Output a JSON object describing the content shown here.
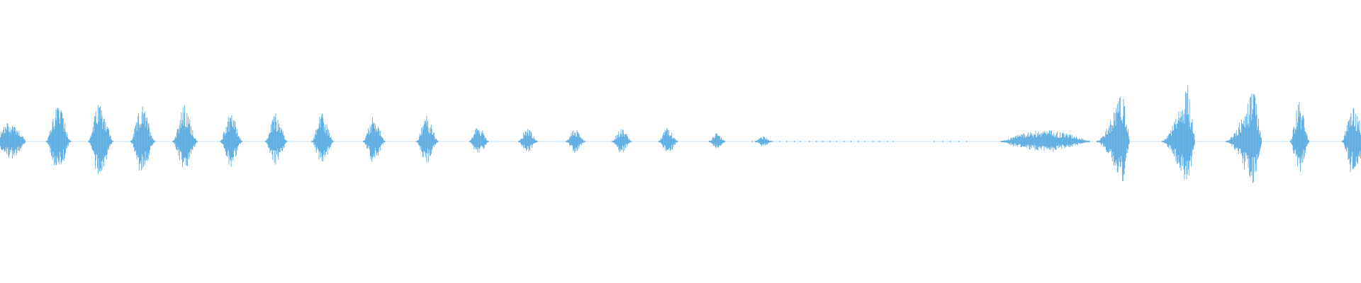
{
  "waveform": {
    "color": "#5dade2",
    "background": "#ffffff",
    "segments": [
      {
        "center": 0.008,
        "width": 0.022,
        "amplitude": 0.07,
        "shape": "lens"
      },
      {
        "center": 0.043,
        "width": 0.018,
        "amplitude": 0.14,
        "shape": "burst"
      },
      {
        "center": 0.074,
        "width": 0.018,
        "amplitude": 0.15,
        "shape": "burst"
      },
      {
        "center": 0.105,
        "width": 0.018,
        "amplitude": 0.13,
        "shape": "burst"
      },
      {
        "center": 0.136,
        "width": 0.018,
        "amplitude": 0.13,
        "shape": "burst"
      },
      {
        "center": 0.17,
        "width": 0.016,
        "amplitude": 0.11,
        "shape": "burst"
      },
      {
        "center": 0.203,
        "width": 0.016,
        "amplitude": 0.1,
        "shape": "burst"
      },
      {
        "center": 0.237,
        "width": 0.016,
        "amplitude": 0.1,
        "shape": "burst"
      },
      {
        "center": 0.275,
        "width": 0.016,
        "amplitude": 0.09,
        "shape": "burst"
      },
      {
        "center": 0.314,
        "width": 0.016,
        "amplitude": 0.09,
        "shape": "burst"
      },
      {
        "center": 0.352,
        "width": 0.014,
        "amplitude": 0.06,
        "shape": "burst"
      },
      {
        "center": 0.388,
        "width": 0.014,
        "amplitude": 0.05,
        "shape": "burst"
      },
      {
        "center": 0.423,
        "width": 0.014,
        "amplitude": 0.05,
        "shape": "burst"
      },
      {
        "center": 0.457,
        "width": 0.014,
        "amplitude": 0.05,
        "shape": "burst"
      },
      {
        "center": 0.491,
        "width": 0.014,
        "amplitude": 0.05,
        "shape": "burst"
      },
      {
        "center": 0.527,
        "width": 0.012,
        "amplitude": 0.03,
        "shape": "burst"
      },
      {
        "center": 0.561,
        "width": 0.012,
        "amplitude": 0.02,
        "shape": "burst"
      },
      {
        "center": 0.606,
        "width": 0.11,
        "amplitude": 0.005,
        "shape": "dots"
      },
      {
        "center": 0.7,
        "width": 0.03,
        "amplitude": 0.005,
        "shape": "dots"
      },
      {
        "center": 0.768,
        "width": 0.065,
        "amplitude": 0.04,
        "shape": "lens"
      },
      {
        "center": 0.818,
        "width": 0.024,
        "amplitude": 0.18,
        "shape": "rise"
      },
      {
        "center": 0.866,
        "width": 0.024,
        "amplitude": 0.2,
        "shape": "rise"
      },
      {
        "center": 0.914,
        "width": 0.026,
        "amplitude": 0.19,
        "shape": "rise"
      },
      {
        "center": 0.955,
        "width": 0.014,
        "amplitude": 0.14,
        "shape": "burst"
      },
      {
        "center": 0.995,
        "width": 0.018,
        "amplitude": 0.13,
        "shape": "burst"
      }
    ]
  }
}
